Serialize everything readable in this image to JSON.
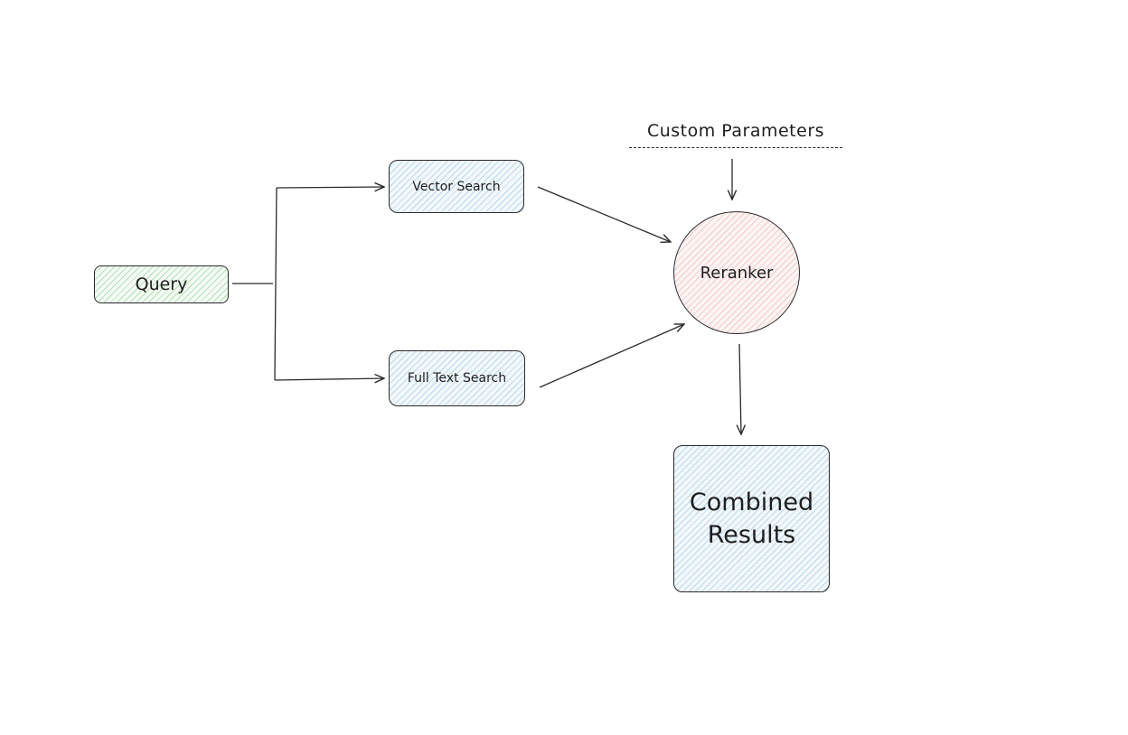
{
  "diagram": {
    "nodes": {
      "query": {
        "label": "Query"
      },
      "vector_search": {
        "label": "Vector Search"
      },
      "full_text_search": {
        "label": "Full Text Search"
      },
      "reranker": {
        "label": "Reranker"
      },
      "combined_results": {
        "label": "Combined Results"
      }
    },
    "annotation": {
      "label": "Custom Parameters"
    },
    "edges": [
      {
        "from": "query",
        "to": "vector_search"
      },
      {
        "from": "query",
        "to": "full_text_search"
      },
      {
        "from": "vector_search",
        "to": "reranker"
      },
      {
        "from": "full_text_search",
        "to": "reranker"
      },
      {
        "from": "custom_parameters",
        "to": "reranker"
      },
      {
        "from": "reranker",
        "to": "combined_results"
      }
    ],
    "colors": {
      "stroke": "#2b2b2b",
      "query_fill": "#d6efd6",
      "search_fill": "#d9ebf7",
      "reranker_fill": "#fadcdc",
      "results_fill": "#d9ebf7"
    }
  }
}
